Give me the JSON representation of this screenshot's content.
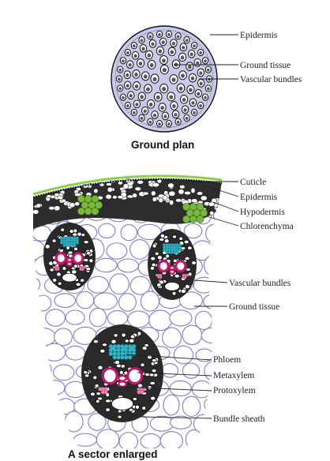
{
  "ground_plan": {
    "labels": {
      "epidermis": "Epidermis",
      "ground_tissue": "Ground tissue",
      "vascular_bundles": "Vascular bundles"
    },
    "caption": "Ground plan"
  },
  "sector": {
    "labels": {
      "cuticle": "Cuticle",
      "epidermis": "Epidermis",
      "hypodermis": "Hypodermis",
      "chlorenchyma": "Chlorenchyma",
      "vascular_bundles": "Vascular bundles",
      "ground_tissue": "Ground tissue",
      "phloem": "Phloem",
      "metaxylem": "Metaxylem",
      "protoxylem": "Protoxylem",
      "bundle_sheath": "Bundle sheath"
    },
    "caption": "A sector enlarged"
  },
  "colors": {
    "ground_plan_fill": "#c9c9ec",
    "ground_cell_outline": "#7b7fc4",
    "phloem": "#34b3c6",
    "xylem_ring": "#c2186b",
    "protoxylem_cells": "#e883b8",
    "chlorenchyma": "#78b83a",
    "cuticle": "#8ad14a"
  }
}
